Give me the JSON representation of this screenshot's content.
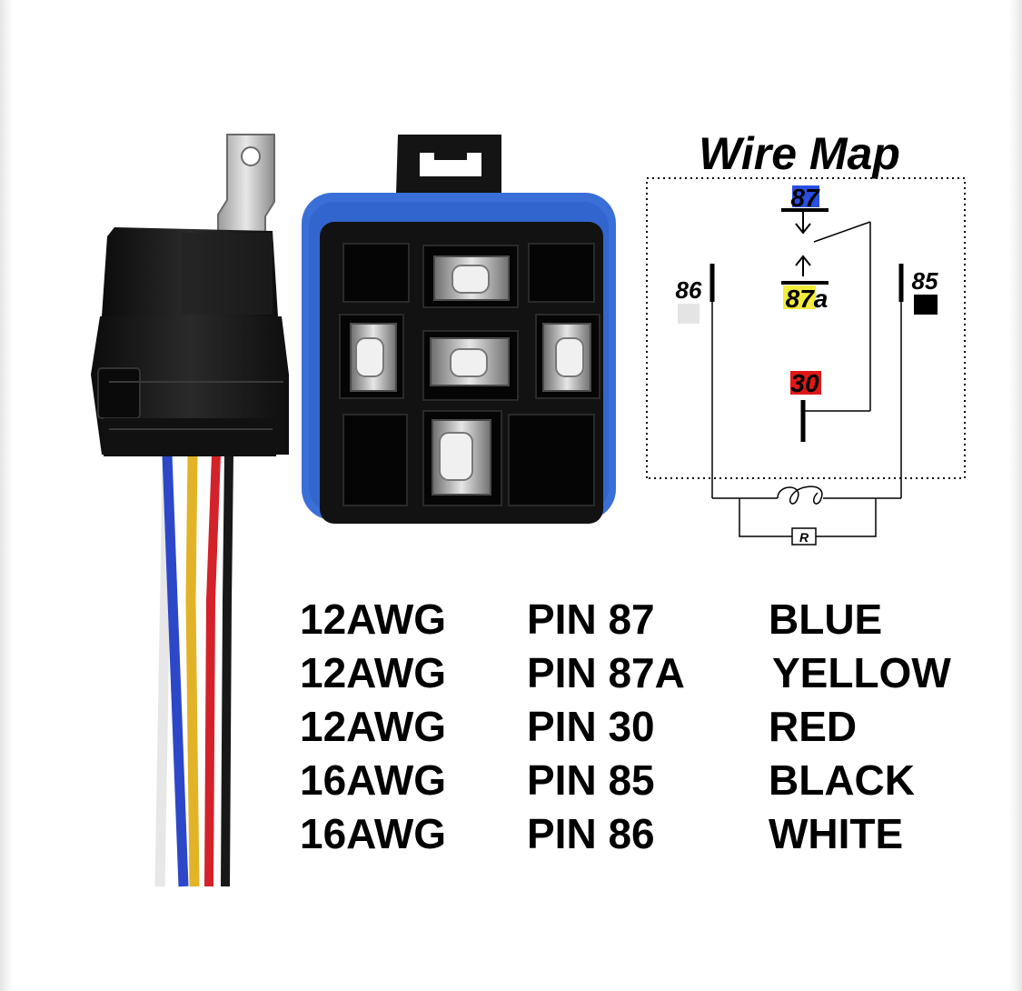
{
  "wire_map": {
    "title": "Wire Map",
    "labels": {
      "pin_87": "87",
      "pin_87a": "87a",
      "pin_86": "86",
      "pin_85": "85",
      "pin_30": "30",
      "resistor": "R"
    }
  },
  "colors": {
    "connector_blue": "#3a6fd8",
    "relay_body": "#161616",
    "label_87_highlight": "#2a4fe0",
    "label_87a_highlight": "#f2ec3c",
    "label_30_highlight": "#e01818",
    "wire_white": "#f4f4f4",
    "wire_blue": "#2c48c8",
    "wire_yellow": "#e2b326",
    "wire_red": "#d4222a",
    "wire_black": "#181818"
  },
  "icons": [
    "relay-with-harness-image",
    "waterproof-socket-image",
    "relay-wiring-diagram"
  ],
  "wire_specs": [
    {
      "gauge": "12AWG",
      "pin": "PIN 87",
      "color": "BLUE"
    },
    {
      "gauge": "12AWG",
      "pin": "PIN 87A",
      "color": "YELLOW"
    },
    {
      "gauge": "12AWG",
      "pin": "PIN 30",
      "color": "RED"
    },
    {
      "gauge": "16AWG",
      "pin": "PIN 85",
      "color": "BLACK"
    },
    {
      "gauge": "16AWG",
      "pin": "PIN 86",
      "color": "WHITE"
    }
  ]
}
